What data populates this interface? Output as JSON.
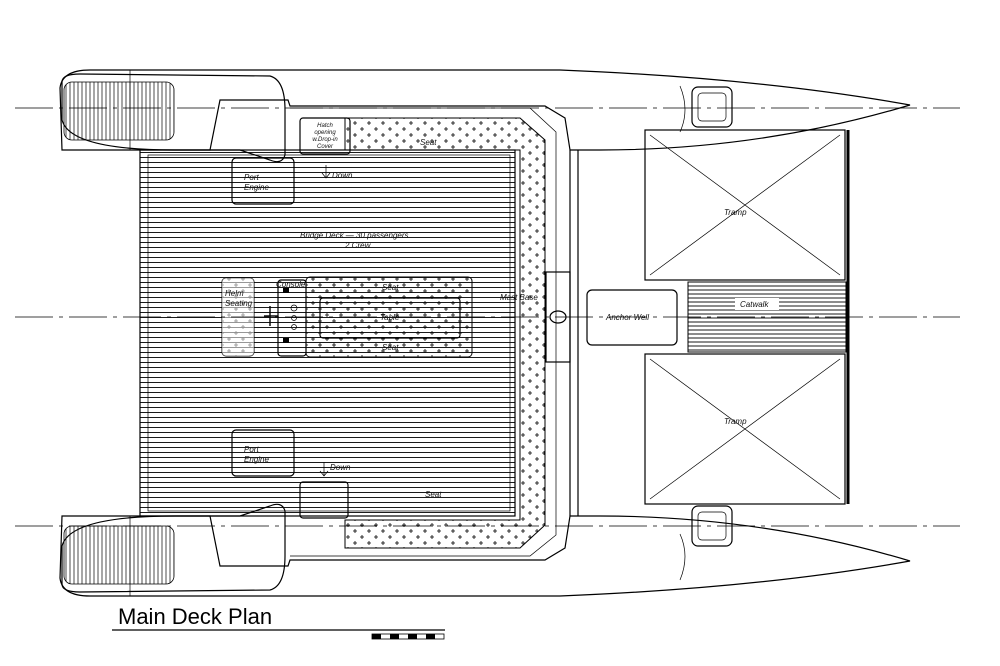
{
  "title": "Main Deck Plan",
  "scale_bar": "",
  "labels": {
    "hatch": [
      "Hatch",
      "opening",
      "w.Drop-in",
      "Cover"
    ],
    "seat_top": "Seat",
    "seat_bottom": "Seat",
    "seat_table_top": "Seat",
    "seat_table_bottom": "Seat",
    "down_top": "Down",
    "down_bottom": "Down",
    "port_engine_top": [
      "Port",
      "Engine"
    ],
    "port_engine_bottom": [
      "Port",
      "Engine"
    ],
    "bridge_deck": [
      "Bridge Deck — 30 passengers",
      "2 Crew"
    ],
    "helm_seating": [
      "Helm",
      "Seating"
    ],
    "console": "Console",
    "table": "Table",
    "mast_base": "Mast Base",
    "anchor_well": "Anchor Well",
    "catwalk": "Catwalk",
    "tramp_top": "Tramp",
    "tramp_bottom": "Tramp"
  },
  "colors": {
    "line": "#000000",
    "background": "#ffffff"
  }
}
